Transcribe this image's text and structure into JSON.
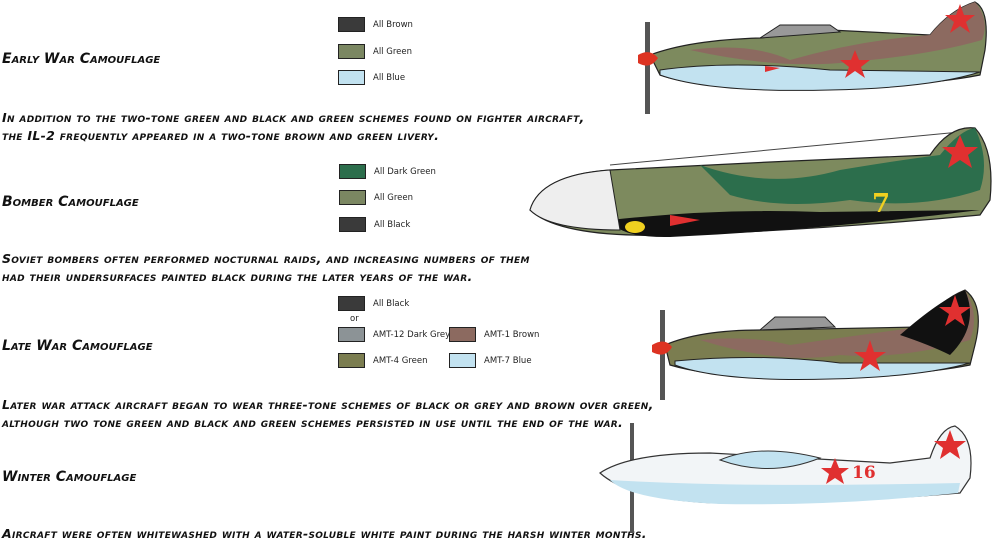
{
  "sections": [
    {
      "title": "Early War Camouflage",
      "text": [
        "In addition to the two-tone green and black and green schemes found on fighter aircraft,",
        "the IL-2 frequently appeared in a two-tone brown and green livery."
      ],
      "swatches": [
        {
          "label": "All Brown",
          "color": "#3a3a3a"
        },
        {
          "label": "All Green",
          "color": "#7b8762"
        },
        {
          "label": "All Blue",
          "color": "#c2e2f0"
        }
      ]
    },
    {
      "title": "Bomber Camouflage",
      "text": [
        "Soviet bombers often performed nocturnal raids, and increasing numbers of them",
        "had their undersurfaces painted black during the later years of the war."
      ],
      "swatches": [
        {
          "label": "All Dark Green",
          "color": "#2c6e4c"
        },
        {
          "label": "All Green",
          "color": "#7b8762"
        },
        {
          "label": "All Black",
          "color": "#3a3a3a"
        }
      ],
      "aircraft_number": "7"
    },
    {
      "title": "Late War Camouflage",
      "text": [
        "Later war attack aircraft began to wear three-tone schemes of black or grey and brown over green,",
        "although two tone green and black and green schemes persisted in use until the end of the war."
      ],
      "swatches": [
        {
          "label": "All Black",
          "color": "#3a3a3a"
        },
        {
          "label": "AMT-12 Dark Grey",
          "color": "#8c9396"
        },
        {
          "label": "AMT-1 Brown",
          "color": "#8c6a60"
        },
        {
          "label": "AMT-4 Green",
          "color": "#7b7d50"
        },
        {
          "label": "AMT-7 Blue",
          "color": "#c2e2f0"
        }
      ],
      "or_label": "or"
    },
    {
      "title": "Winter Camouflage",
      "text": [
        "Aircraft were often whitewashed with a water-soluble white paint during the harsh winter months."
      ],
      "aircraft_number": "16"
    }
  ]
}
